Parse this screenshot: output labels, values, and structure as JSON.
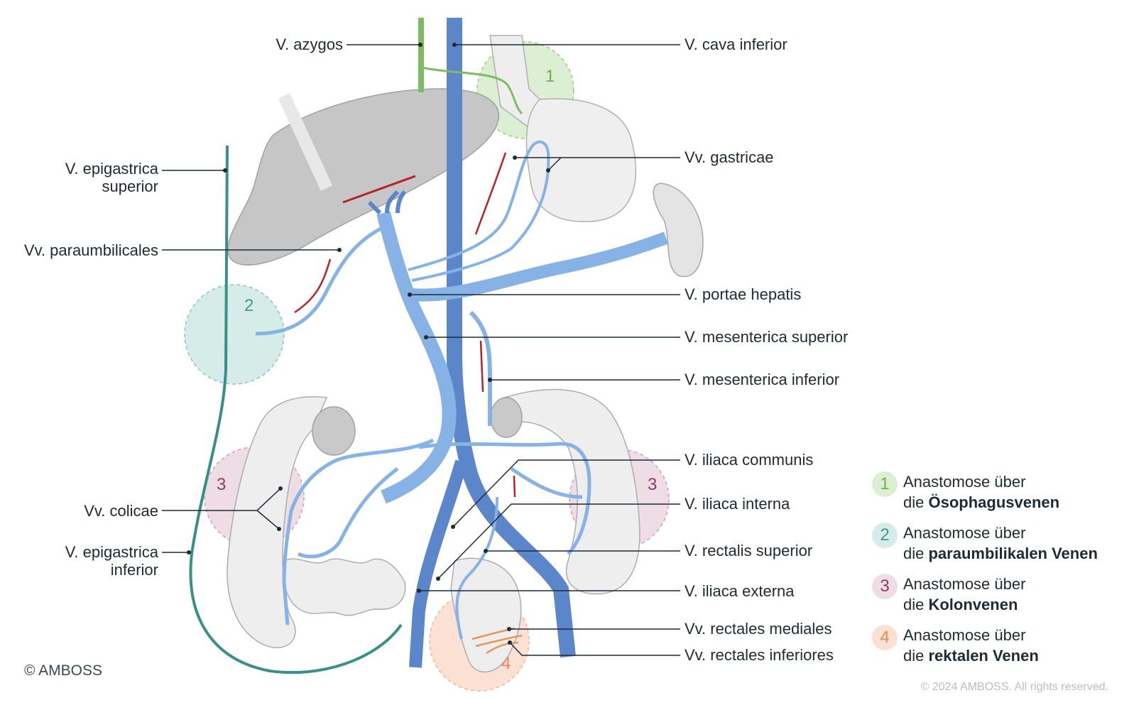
{
  "labels": {
    "azygos": "V. azygos",
    "cava_inferior": "V. cava inferior",
    "epigastrica_superior_l1": "V. epigastrica",
    "epigastrica_superior_l2": "superior",
    "gastricae": "Vv. gastricae",
    "paraumbilicales": "Vv. paraumbilicales",
    "portae_hepatis": "V. portae hepatis",
    "mesenterica_superior": "V. mesenterica superior",
    "mesenterica_inferior": "V. mesenterica inferior",
    "iliaca_communis": "V. iliaca communis",
    "iliaca_interna": "V. iliaca interna",
    "colicae": "Vv. colicae",
    "rectalis_superior": "V. rectalis superior",
    "epigastrica_inferior_l1": "V. epigastrica",
    "epigastrica_inferior_l2": "inferior",
    "iliaca_externa": "V. iliaca externa",
    "rectales_mediales": "Vv. rectales mediales",
    "rectales_inferiores": "Vv. rectales inferiores"
  },
  "region_numbers": {
    "esophageal": "1",
    "paraumbilical": "2",
    "colon_left": "3",
    "colon_right": "3",
    "rectal": "4"
  },
  "legend": [
    {
      "number": "1",
      "line1": "Anastomose über",
      "line2_prefix": "die ",
      "line2_bold": "Ösophagusvenen",
      "fill": "#dcefd3",
      "text_color": "#6fae55"
    },
    {
      "number": "2",
      "line1": "Anastomose über",
      "line2_prefix": "die ",
      "line2_bold": "paraumbilikalen Venen",
      "fill": "#d6ece9",
      "text_color": "#3f9a8c"
    },
    {
      "number": "3",
      "line1": "Anastomose über",
      "line2_prefix": "die ",
      "line2_bold": "Kolonvenen",
      "fill": "#efdde6",
      "text_color": "#8c3d68"
    },
    {
      "number": "4",
      "line1": "Anastomose über",
      "line2_prefix": "die ",
      "line2_bold": "rektalen Venen",
      "fill": "#fbe1d3",
      "text_color": "#e28a55"
    }
  ],
  "credit": "© AMBOSS",
  "copyright": "© 2024 AMBOSS. All rights reserved.",
  "colors": {
    "vein_dark": "#5b86c9",
    "vein_light": "#86b2e6",
    "azygos_green": "#7fbb62",
    "epigastric_teal": "#3a8f86",
    "organ_grey": "#c4c4c4",
    "organ_light": "#eeeeee",
    "flow_arrow": "#b8202a",
    "leader_line": "#1f2a33"
  }
}
